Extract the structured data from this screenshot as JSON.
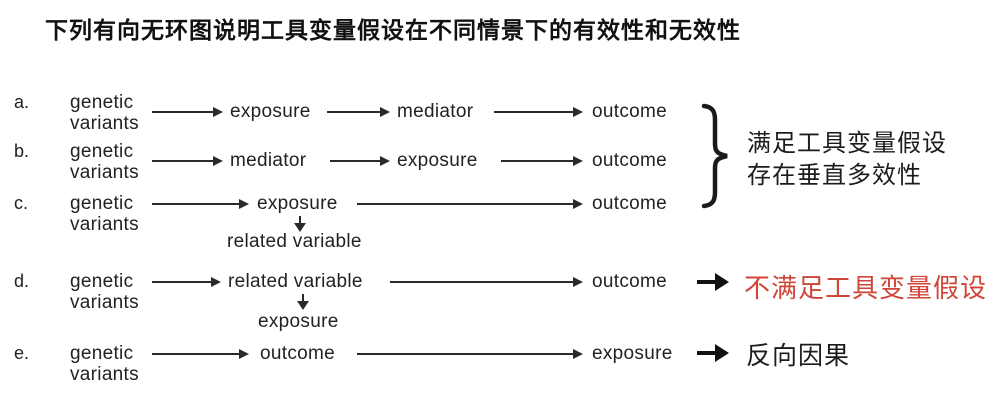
{
  "title": "下列有向无环图说明工具变量假设在不同情景下的有效性和无效性",
  "source": {
    "line1": "genetic",
    "line2": "variants"
  },
  "rows": [
    {
      "label": "a.",
      "nodes": [
        "exposure",
        "mediator",
        "outcome"
      ]
    },
    {
      "label": "b.",
      "nodes": [
        "mediator",
        "exposure",
        "outcome"
      ]
    },
    {
      "label": "c.",
      "nodes": [
        "exposure",
        "outcome"
      ],
      "sub_node": "related variable"
    },
    {
      "label": "d.",
      "nodes": [
        "related variable",
        "outcome"
      ],
      "sub_node": "exposure"
    },
    {
      "label": "e.",
      "nodes": [
        "outcome",
        "exposure"
      ]
    }
  ],
  "annotations": {
    "brace_group": {
      "line1": "满足工具变量假设",
      "line2": "存在垂直多效性"
    },
    "row_d": "不满足工具变量假设",
    "row_e": "反向因果"
  },
  "colors": {
    "text": "#1c1c1c",
    "invalid_red": "#cf4639",
    "background": "#ffffff"
  }
}
